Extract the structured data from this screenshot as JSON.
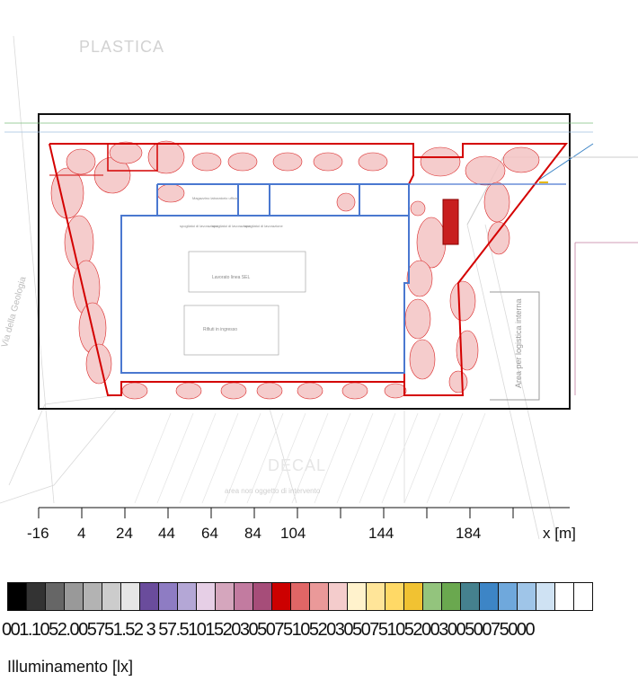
{
  "plan": {
    "label_top": "PLASTICA",
    "label_bottom": "DECAL",
    "label_bottom_sub": "area non oggetto di intervento",
    "street_label": "Via della Geologia",
    "logistics_label": "Area per logistica interna",
    "room_labels": [
      "Lavorato linea SEL",
      "Rifiuti in ingresso",
      "spogliatoi di lavorazione",
      "spogliatoi di lavorazione",
      "spogliatoi di lavorazione",
      "Magazzino laboratorio ufficio"
    ]
  },
  "x_axis": {
    "ticks": [
      "-16",
      "4",
      "24",
      "44",
      "64",
      "84",
      "104",
      "144",
      "184"
    ],
    "unit_label": "x [m]"
  },
  "scale": {
    "title": "Illuminamento [lx]",
    "labels_text": "001.1052.005751.52 3 57.51015203050751052030507510520030050075000",
    "colors": [
      "#000000",
      "#333333",
      "#666666",
      "#999999",
      "#b3b3b3",
      "#cccccc",
      "#e6e6e6",
      "#6a4c9c",
      "#8e7cc3",
      "#b4a7d6",
      "#e6cfe6",
      "#d5a6bd",
      "#c27ba0",
      "#a64d79",
      "#cc0000",
      "#e06666",
      "#ea9999",
      "#f4cccc",
      "#fff2cc",
      "#ffe599",
      "#ffd966",
      "#f1c232",
      "#93c47d",
      "#6aa84f",
      "#45818e",
      "#3d85c6",
      "#6fa8dc",
      "#9fc5e8",
      "#cfe2f3",
      "#ffffff",
      "#ffffff"
    ]
  }
}
